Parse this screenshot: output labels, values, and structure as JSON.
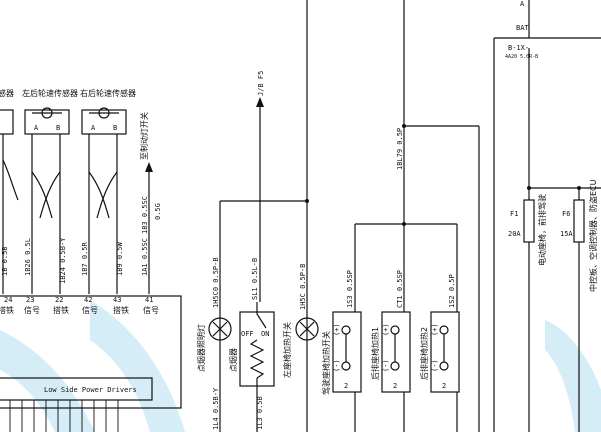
{
  "sensors": [
    {
      "title": "感器",
      "pins": [],
      "pin_nums": [
        "24"
      ],
      "wires": [
        "1B 0.5B"
      ],
      "funcs": [
        "搭铁"
      ]
    },
    {
      "title": "左后轮速传感器",
      "pins": [
        "A",
        "B"
      ],
      "pin_nums": [
        "23",
        "22"
      ],
      "wires": [
        "1B26 0.5L",
        "1B24 0.5B-Y"
      ],
      "funcs": [
        "信号",
        "搭铁"
      ]
    },
    {
      "title": "右后轮速传感器",
      "pins": [
        "A",
        "B"
      ],
      "pin_nums": [
        "42",
        "43"
      ],
      "wires": [
        "1B7 0.5R",
        "1B9 0.5W"
      ],
      "funcs": [
        "信号",
        "搭铁"
      ]
    }
  ],
  "signal": {
    "label": "至制动灯开关",
    "wire1": "1B3 0.5SC",
    "wire2": "1A1 0.5SC",
    "pin": "41",
    "func": "信号"
  },
  "misc": {
    "extra_wire": "0.5G"
  },
  "module": {
    "inner_label": "Low Side Power Drivers"
  },
  "feed": {
    "label": "J/B F5"
  },
  "left_lamp": {
    "label": "点烟器照明灯",
    "wire": "1H5C0 0.5P-B"
  },
  "switch": {
    "label": "点烟器",
    "wire": "SL1 0.5L-B",
    "off": "OFF",
    "on": "ON"
  },
  "right_lamp": {
    "label": "左座椅加热开关",
    "wire": "1H5C 0.5P-B"
  },
  "bottom_wires": [
    "1L4 0.5B-Y",
    "1L3 0.5B"
  ],
  "top_right": {
    "wire": "1BL79 0.5P"
  },
  "switches": [
    {
      "label": "驾驶座椅加热开关",
      "wire": "1S3 0.5SP",
      "plus": "(+)",
      "minus": "(-)",
      "num": "2"
    },
    {
      "label": "后排座椅加热1",
      "wire": "CT1 0.5SP",
      "plus": "(+)",
      "minus": "(-)",
      "num": "2"
    },
    {
      "label": "后排座椅加热2",
      "wire": "1S2 0.5P",
      "plus": "(+)",
      "minus": "(-)",
      "num": "2"
    }
  ],
  "bat": {
    "label": "BAT",
    "conn": "B-1X-",
    "conn_sub": "4A20 5.0R-B",
    "top": "A"
  },
  "fuses": [
    {
      "name": "F1",
      "rating": "20A",
      "desc": "电动座椅，前排驾驶"
    },
    {
      "name": "F6",
      "rating": "15A",
      "desc": "中控板、空调控制器、防盗ECU"
    }
  ]
}
